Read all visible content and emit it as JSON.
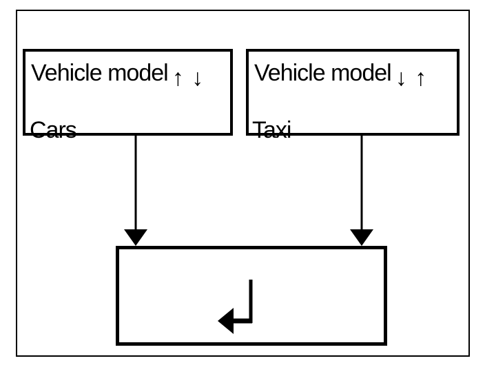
{
  "colors": {
    "ink": "#000000",
    "background": "#ffffff"
  },
  "diagram": {
    "boxes": [
      {
        "title": "Vehicle model",
        "sort_arrows": "↑ ↓",
        "label": "Cars"
      },
      {
        "title": "Vehicle model",
        "sort_arrows": "↓ ↑",
        "label": "Taxi"
      }
    ],
    "merge_box": {
      "icon": "↵"
    }
  }
}
